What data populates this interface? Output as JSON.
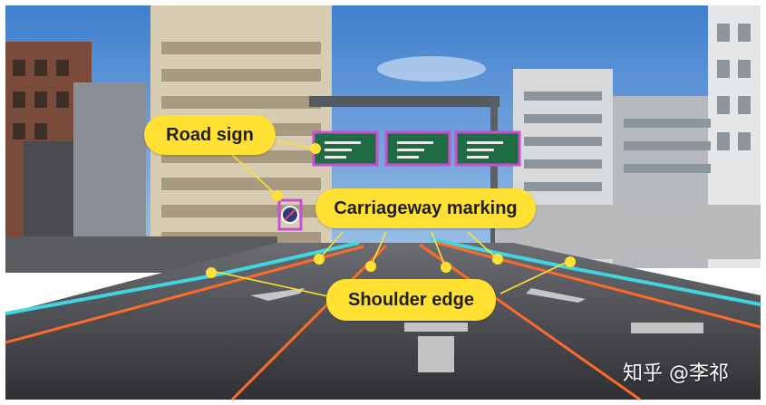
{
  "annotations": {
    "road_sign": "Road sign",
    "carriageway_marking": "Carriageway marking",
    "shoulder_edge": "Shoulder edge"
  },
  "watermark": "知乎 @李祁",
  "colors": {
    "callout_fill": "#ffe033",
    "shoulder_line": "#3fd6e0",
    "lane_line": "#ff6a2b",
    "sign_highlight": "#c84fd0",
    "sign_green": "#1f6b44"
  }
}
